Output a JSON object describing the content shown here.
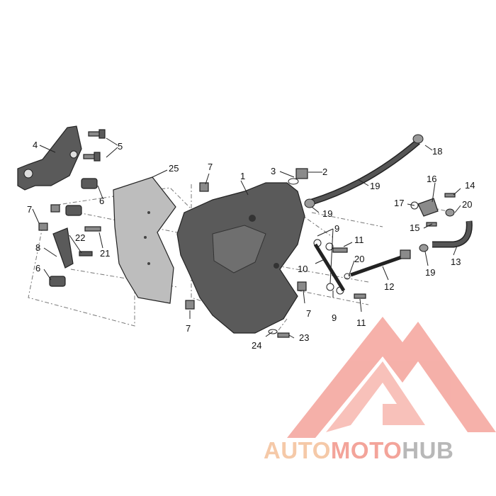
{
  "diagram": {
    "callouts": [
      {
        "id": "c1",
        "label": "1"
      },
      {
        "id": "c2",
        "label": "2"
      },
      {
        "id": "c3",
        "label": "3"
      },
      {
        "id": "c4",
        "label": "4"
      },
      {
        "id": "c5",
        "label": "5"
      },
      {
        "id": "c6a",
        "label": "6"
      },
      {
        "id": "c6b",
        "label": "6"
      },
      {
        "id": "c7a",
        "label": "7"
      },
      {
        "id": "c7b",
        "label": "7"
      },
      {
        "id": "c7c",
        "label": "7"
      },
      {
        "id": "c7d",
        "label": "7"
      },
      {
        "id": "c8",
        "label": "8"
      },
      {
        "id": "c9a",
        "label": "9"
      },
      {
        "id": "c9b",
        "label": "9"
      },
      {
        "id": "c10",
        "label": "10"
      },
      {
        "id": "c11a",
        "label": "11"
      },
      {
        "id": "c11b",
        "label": "11"
      },
      {
        "id": "c12",
        "label": "12"
      },
      {
        "id": "c13",
        "label": "13"
      },
      {
        "id": "c14a",
        "label": "14"
      },
      {
        "id": "c14b",
        "label": "14"
      },
      {
        "id": "c15",
        "label": "15"
      },
      {
        "id": "c16",
        "label": "16"
      },
      {
        "id": "c17a",
        "label": "17"
      },
      {
        "id": "c17b",
        "label": "17"
      },
      {
        "id": "c18",
        "label": "18"
      },
      {
        "id": "c19a",
        "label": "19"
      },
      {
        "id": "c19b",
        "label": "19"
      },
      {
        "id": "c20",
        "label": "20"
      },
      {
        "id": "c21",
        "label": "21"
      },
      {
        "id": "c22",
        "label": "22"
      },
      {
        "id": "c23",
        "label": "23"
      },
      {
        "id": "c24",
        "label": "24"
      },
      {
        "id": "c25",
        "label": "25"
      }
    ]
  },
  "watermark": {
    "part1": "AUTO",
    "part2": "MOTO",
    "part3": "HUB",
    "colors": {
      "auto": "#f5c9a8",
      "moto": "#f3a49a",
      "hub": "#b8b8b8",
      "triangle": "#f4a39b"
    }
  },
  "colors": {
    "part_dark": "#5a5a5a",
    "part_mid": "#8a8a8a",
    "part_light": "#bdbdbd",
    "line": "#222222"
  }
}
